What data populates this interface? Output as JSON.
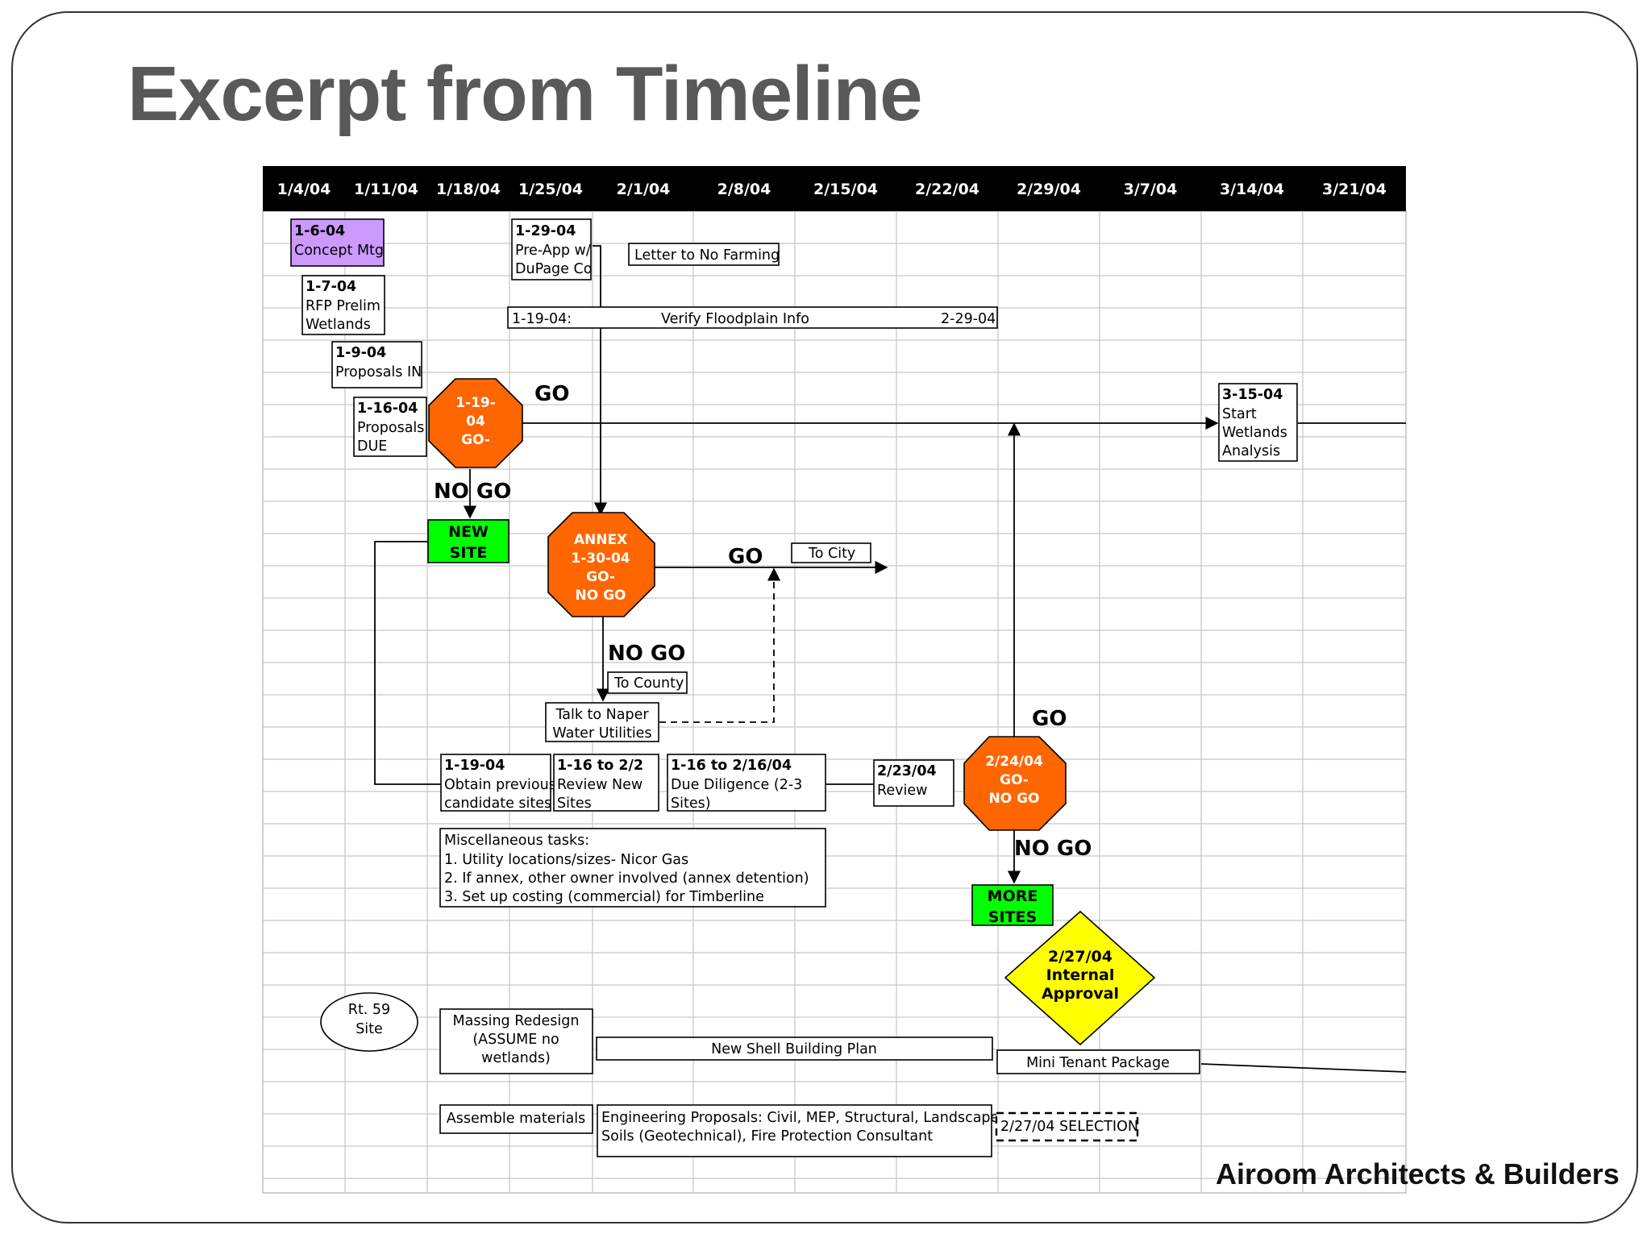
{
  "title": "Excerpt from Timeline",
  "footer": "Airoom Architects & Builders",
  "colors": {
    "header_bg": "#000000",
    "concept_purple": "#cc99ff",
    "decision_orange": "#ff6600",
    "site_green": "#00ff00",
    "approval_yellow": "#ffff00"
  },
  "dates": [
    "1/4/04",
    "1/11/04",
    "1/18/04",
    "1/25/04",
    "2/1/04",
    "2/8/04",
    "2/15/04",
    "2/22/04",
    "2/29/04",
    "3/7/04",
    "3/14/04",
    "3/21/04"
  ],
  "boxes": {
    "concept": {
      "date": "1-6-04",
      "l1": "Concept Mtg"
    },
    "rfp": {
      "date": "1-7-04",
      "l1": "RFP Prelim",
      "l2": "Wetlands"
    },
    "proposals_in": {
      "date": "1-9-04",
      "l1": "Proposals IN"
    },
    "proposals_due": {
      "date": "1-16-04",
      "l1": "Proposals",
      "l2": "DUE"
    },
    "preapp": {
      "date": "1-29-04",
      "l1": "Pre-App w/",
      "l2": "DuPage Co"
    },
    "no_farming": {
      "l1": "Letter to No Farming"
    },
    "floodplain": {
      "start": "1-19-04:",
      "mid": "Verify Floodplain Info",
      "end": "2-29-04"
    },
    "start_wet": {
      "date": "3-15-04",
      "l1": "Start",
      "l2": "Wetlands",
      "l3": "Analysis"
    },
    "new_site": {
      "l1": "NEW",
      "l2": "SITE"
    },
    "to_city": {
      "l1": "To City"
    },
    "to_county": {
      "l1": "To County"
    },
    "naper": {
      "l1": "Talk to Naper",
      "l2": "Water Utilities"
    },
    "obtain": {
      "date": "1-19-04",
      "l1": "Obtain previous",
      "l2": "candidate sites"
    },
    "review_new": {
      "date": "1-16 to 2/2",
      "l1": "Review New",
      "l2": "Sites"
    },
    "due_dil": {
      "date": "1-16 to 2/16/04",
      "l1": "Due Diligence (2-3",
      "l2": "Sites)"
    },
    "review223": {
      "date": "2/23/04",
      "l1": "Review"
    },
    "misc": {
      "h": "Miscellaneous tasks:",
      "l1": "1. Utility locations/sizes- Nicor Gas",
      "l2": "2. If annex, other owner involved (annex detention)",
      "l3": "3. Set up costing (commercial) for Timberline"
    },
    "more_sites": {
      "l1": "MORE",
      "l2": "SITES"
    },
    "rt59": {
      "l1": "Rt. 59",
      "l2": "Site"
    },
    "massing": {
      "l1": "Massing Redesign",
      "l2": "(ASSUME no",
      "l3": "wetlands)"
    },
    "shell": {
      "l1": "New Shell Building Plan"
    },
    "mini_tenant": {
      "l1": "Mini Tenant Package"
    },
    "assemble": {
      "l1": "Assemble materials"
    },
    "engineering": {
      "l1": "Engineering Proposals: Civil, MEP, Structural, Landscape,",
      "l2": "Soils (Geotechnical), Fire Protection Consultant"
    },
    "selection": {
      "l1": "2/27/04 SELECTION"
    }
  },
  "decisions": {
    "d1": {
      "l1": "1-19-",
      "l2": "04",
      "l3": "GO-"
    },
    "d2": {
      "l1": "ANNEX",
      "l2": "1-30-04",
      "l3": "GO-",
      "l4": "NO GO"
    },
    "d3": {
      "l1": "2/24/04",
      "l2": "GO-",
      "l3": "NO GO"
    },
    "approval": {
      "l1": "2/27/04",
      "l2": "Internal",
      "l3": "Approval"
    }
  },
  "labels": {
    "go1": "GO",
    "nogo1": "NO GO",
    "go2": "GO",
    "nogo2": "NO GO",
    "go3": "GO",
    "nogo3": "NO GO"
  }
}
